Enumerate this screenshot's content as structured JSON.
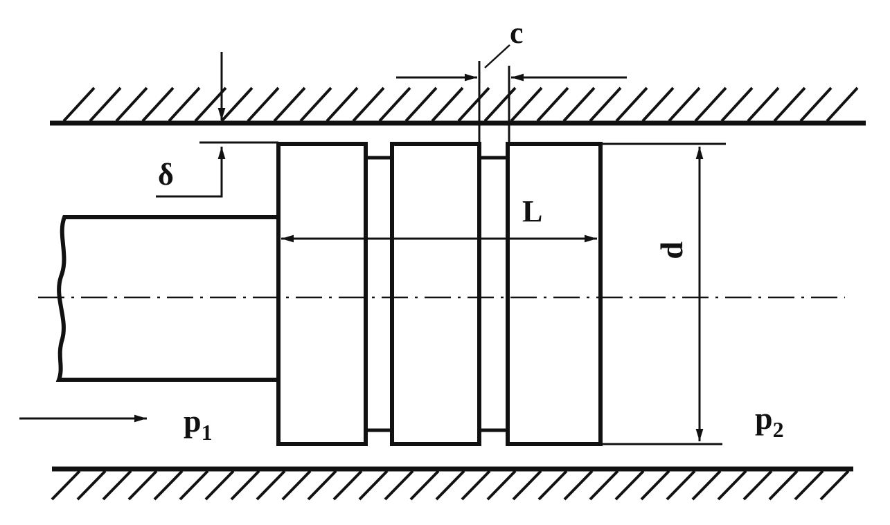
{
  "figure": {
    "labels": {
      "clearance_gap": "c",
      "radial_gap": "δ",
      "length": "L",
      "diameter": "d",
      "inlet_pressure": {
        "symbol": "p",
        "subscript": "1"
      },
      "outlet_pressure": {
        "symbol": "p",
        "subscript": "2"
      }
    },
    "line_color": "#111111",
    "background_color": "#ffffff"
  }
}
